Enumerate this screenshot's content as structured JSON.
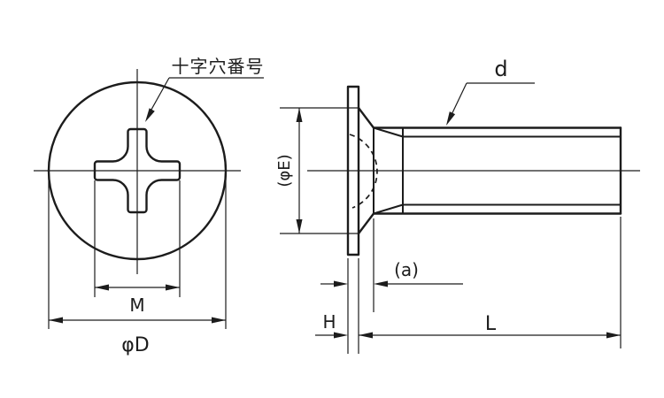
{
  "page": {
    "background": "#ffffff"
  },
  "drawing": {
    "line_color": "#1c1c1c",
    "views": {
      "front": {
        "callout_label": "十字穴番号",
        "dimensions": {
          "recess_width": "M",
          "head_diameter": "φD"
        }
      },
      "side": {
        "dimensions": {
          "thread_diameter": "d",
          "countersink_diameter": "(φE)",
          "incomplete_thread_length": "(a)",
          "head_height": "H",
          "length": "L"
        }
      }
    }
  }
}
